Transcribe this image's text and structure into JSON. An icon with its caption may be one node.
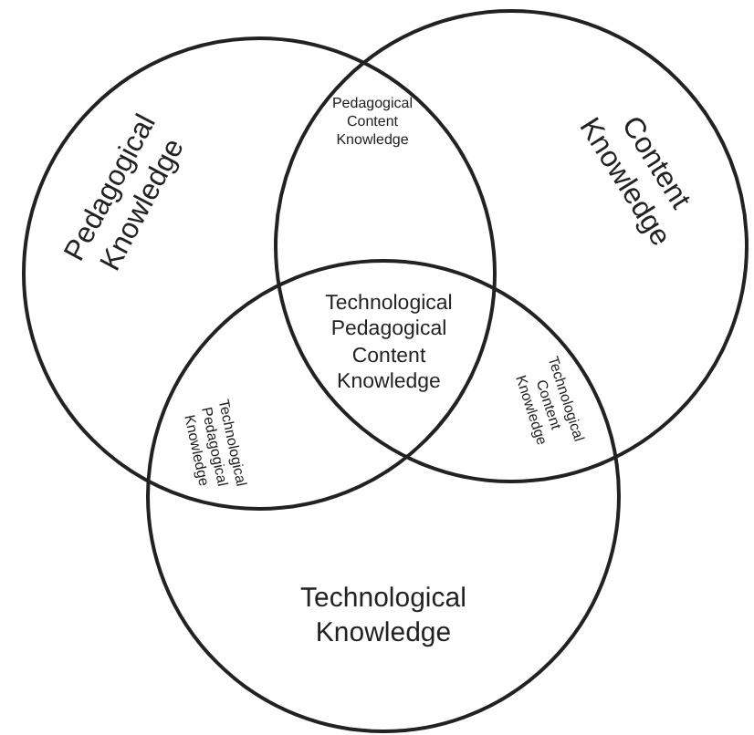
{
  "diagram": {
    "nodes": [
      {
        "text": [
          "Pedagogical Knowledge"
        ]
      },
      {
        "text": [
          "Content Knowledge"
        ]
      },
      {
        "text": [
          "Technological Knowledge"
        ]
      }
    ],
    "labels": [
      "Pedagogical Content Knowledge",
      "Technological Pedagogical Content Knowledge",
      "Technological Pedagogical Knowledge",
      "Technological Content Knowledge"
    ]
  }
}
